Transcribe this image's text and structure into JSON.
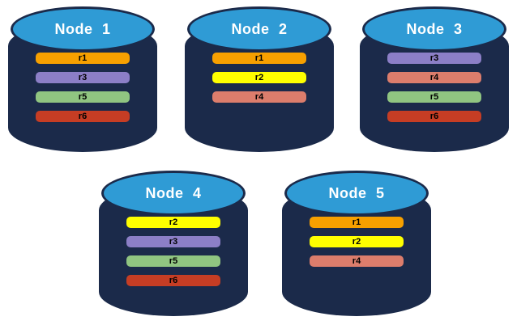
{
  "diagram": {
    "description": "Five database node cylinders showing replica placement",
    "background": "#FFFFFF"
  },
  "colors": {
    "cylinder_body": "#1B2A4A",
    "cylinder_top": "#2F9BD5",
    "title_text": "#FFFFFF",
    "bar_text": "#000000",
    "replicas": {
      "r1": "#F7A000",
      "r2": "#FFFF00",
      "r3": "#8C7FC7",
      "r4": "#DC7D6C",
      "r5": "#90C581",
      "r6": "#C63D24"
    }
  },
  "nodes": [
    {
      "name": "Node 1",
      "replicas": [
        "r1",
        "r3",
        "r5",
        "r6"
      ]
    },
    {
      "name": "Node 2",
      "replicas": [
        "r1",
        "r2",
        "r4"
      ]
    },
    {
      "name": "Node 3",
      "replicas": [
        "r3",
        "r4",
        "r5",
        "r6"
      ]
    },
    {
      "name": "Node 4",
      "replicas": [
        "r2",
        "r3",
        "r5",
        "r6"
      ]
    },
    {
      "name": "Node 5",
      "replicas": [
        "r1",
        "r2",
        "r4"
      ]
    }
  ]
}
